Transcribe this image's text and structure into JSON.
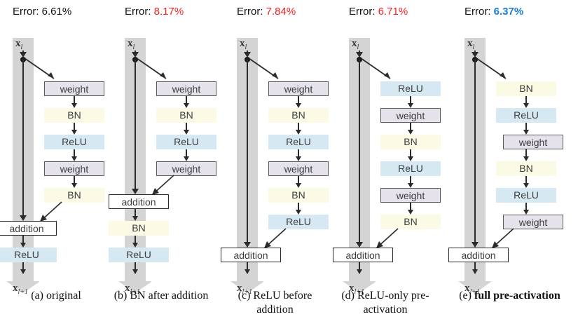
{
  "figure": {
    "error_prefix": "Error:",
    "node_top_label": "x",
    "node_top_sub": "l",
    "node_bottom_label": "x",
    "node_bottom_sub": "l+1",
    "addition_label": "addition",
    "colors": {
      "bn_fill": "#fbfae4",
      "relu_fill": "#d6e9f2",
      "weight_fill": "#e6e2ec",
      "highway_grey": "#d4d4d4",
      "error_red": "#fb1f1f",
      "error_blue": "#1a7fd4",
      "line_black": "#2b2b2b"
    },
    "variants": [
      {
        "id": "a",
        "error_value": "6.61%",
        "error_style": "plain",
        "caption_prefix": "(a)",
        "caption_text": " original",
        "caption_bold": false,
        "residual_ops": [
          {
            "label": "weight",
            "type": "weight"
          },
          {
            "label": "BN",
            "type": "bn"
          },
          {
            "label": "ReLU",
            "type": "relu"
          },
          {
            "label": "weight",
            "type": "weight"
          },
          {
            "label": "BN",
            "type": "bn"
          }
        ],
        "post_add_ops": [
          {
            "label": "ReLU",
            "type": "relu"
          }
        ]
      },
      {
        "id": "b",
        "error_value": "8.17%",
        "error_style": "red",
        "caption_prefix": "(b)",
        "caption_text": " BN after addition",
        "caption_bold": false,
        "residual_ops": [
          {
            "label": "weight",
            "type": "weight"
          },
          {
            "label": "BN",
            "type": "bn"
          },
          {
            "label": "ReLU",
            "type": "relu"
          },
          {
            "label": "weight",
            "type": "weight"
          }
        ],
        "post_add_ops": [
          {
            "label": "BN",
            "type": "bn"
          },
          {
            "label": "ReLU",
            "type": "relu"
          }
        ]
      },
      {
        "id": "c",
        "error_value": "7.84%",
        "error_style": "red",
        "caption_prefix": "(c)",
        "caption_text": " ReLU before addition",
        "caption_bold": false,
        "residual_ops": [
          {
            "label": "weight",
            "type": "weight"
          },
          {
            "label": "BN",
            "type": "bn"
          },
          {
            "label": "ReLU",
            "type": "relu"
          },
          {
            "label": "weight",
            "type": "weight"
          },
          {
            "label": "BN",
            "type": "bn"
          },
          {
            "label": "ReLU",
            "type": "relu"
          }
        ],
        "post_add_ops": []
      },
      {
        "id": "d",
        "error_value": "6.71%",
        "error_style": "red",
        "caption_prefix": "(d)",
        "caption_text": " ReLU-only pre-activation",
        "caption_bold": false,
        "residual_ops": [
          {
            "label": "ReLU",
            "type": "relu"
          },
          {
            "label": "weight",
            "type": "weight"
          },
          {
            "label": "BN",
            "type": "bn"
          },
          {
            "label": "ReLU",
            "type": "relu"
          },
          {
            "label": "weight",
            "type": "weight"
          },
          {
            "label": "BN",
            "type": "bn"
          }
        ],
        "post_add_ops": []
      },
      {
        "id": "e",
        "error_value": "6.37%",
        "error_style": "blue",
        "caption_prefix": "(e)",
        "caption_text": " full pre-activation",
        "caption_bold": true,
        "residual_ops": [
          {
            "label": "BN",
            "type": "bn"
          },
          {
            "label": "ReLU",
            "type": "relu"
          },
          {
            "label": "weight",
            "type": "weight"
          },
          {
            "label": "BN",
            "type": "bn"
          },
          {
            "label": "ReLU",
            "type": "relu"
          },
          {
            "label": "weight",
            "type": "weight"
          }
        ],
        "post_add_ops": []
      }
    ]
  }
}
